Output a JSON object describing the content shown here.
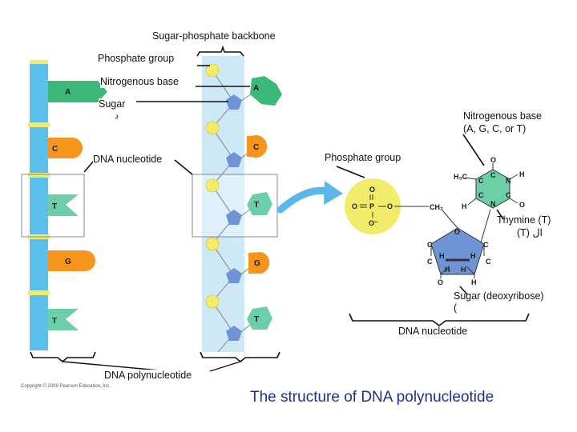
{
  "labels": {
    "backbone": "Sugar-phosphate backbone",
    "phosphate_group_left": "Phosphate group",
    "nitrogenous_base_left": "Nitrogenous base",
    "sugar_left": "Sugar",
    "sugar_left_ar": "د",
    "nitrogenous_base_right_1": "Nitrogenous base",
    "nitrogenous_base_right_2": "(A, G, C, or T)",
    "dna_nucleotide_left": "DNA nucleotide",
    "phosphate_group_right": "Phosphate group",
    "thymine_1": "Thymine (T)",
    "thymine_2": "(T) ال",
    "sugar_deoxy_1": "Sugar (deoxyribose)",
    "sugar_deoxy_2": "(",
    "dna_nucleotide_bottom": "DNA nucleotide",
    "dna_polynucleotide": "DNA polynucleotide",
    "title": "The structure of DNA polynucleotide",
    "copyright": "Copyright © 2009 Pearson Education, Inc."
  },
  "left_strand_bases": [
    "A",
    "C",
    "T",
    "G",
    "T"
  ],
  "middle_strand_bases": [
    "A",
    "C",
    "T",
    "G",
    "T"
  ],
  "molecule": {
    "atoms": {
      "O": "O",
      "P": "P",
      "C": "C",
      "N": "N",
      "H": "H",
      "H3C": "H₃C",
      "CH2": "CH₂",
      "O_minus": "O⁻"
    }
  },
  "colors": {
    "strand_blue": "#5bc0eb",
    "backbone_light": "#cde9f7",
    "base_A": "#3cb878",
    "base_C": "#f7941d",
    "base_T": "#6dcfa8",
    "base_G": "#f7941d",
    "phosphate_yellow": "#f3ec6a",
    "sugar_blue": "#6f94d6",
    "title_blue": "#1f2f8f",
    "arrow_blue": "#5bb8e6"
  }
}
